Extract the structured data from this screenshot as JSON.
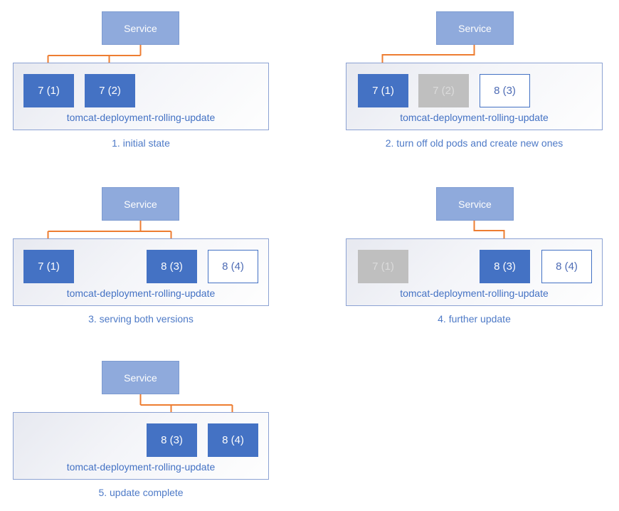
{
  "colors": {
    "service_fill": "#8FAADC",
    "pod_active_fill": "#4472C4",
    "pod_terminating_fill": "#BFBFBF",
    "pod_creating_fill": "#FFFFFF",
    "pod_creating_border": "#4472C4",
    "arrow": "#ED7D31",
    "label_text_blue": "#4472C4"
  },
  "panels": [
    {
      "caption": "1. initial state",
      "service_label": "Service",
      "deployment_name": "tomcat-deployment-rolling-update",
      "pods": [
        {
          "label": "7 (1)",
          "state": "active"
        },
        {
          "label": "7 (2)",
          "state": "active"
        }
      ]
    },
    {
      "caption": "2. turn off old pods and create new ones",
      "service_label": "Service",
      "deployment_name": "tomcat-deployment-rolling-update",
      "pods": [
        {
          "label": "7 (1)",
          "state": "active"
        },
        {
          "label": "7 (2)",
          "state": "terminating"
        },
        {
          "label": "8 (3)",
          "state": "creating"
        }
      ]
    },
    {
      "caption": "3. serving both versions",
      "service_label": "Service",
      "deployment_name": "tomcat-deployment-rolling-update",
      "pods": [
        {
          "label": "7 (1)",
          "state": "active"
        },
        {
          "label": "8 (3)",
          "state": "active"
        },
        {
          "label": "8 (4)",
          "state": "creating"
        }
      ]
    },
    {
      "caption": "4. further update",
      "service_label": "Service",
      "deployment_name": "tomcat-deployment-rolling-update",
      "pods": [
        {
          "label": "7 (1)",
          "state": "terminating"
        },
        {
          "label": "8 (3)",
          "state": "active"
        },
        {
          "label": "8 (4)",
          "state": "creating"
        }
      ]
    },
    {
      "caption": "5. update complete",
      "service_label": "Service",
      "deployment_name": "tomcat-deployment-rolling-update",
      "pods": [
        {
          "label": "8 (3)",
          "state": "active"
        },
        {
          "label": "8 (4)",
          "state": "active"
        }
      ]
    }
  ]
}
